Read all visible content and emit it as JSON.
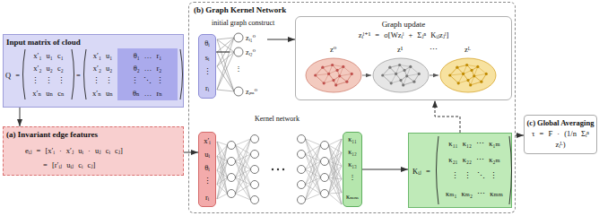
{
  "diagram": {
    "nodes": [
      {
        "text": [
          "Input matrix of cloud",
          "Q =",
          "x′₁ u₁ c₁",
          "x′₂ u₂ c₂",
          "⋮ ⋮ ⋮",
          "x′ₙ uₙ cₙ",
          "=",
          "x′₁ u₁",
          "x′₂ u₂",
          "⋮ ⋮",
          "x′ₙ uₙ",
          "θ₁ … r₁",
          "θ₂ … r₂",
          "⋮ ⋱ ⋮",
          "θₙ … rₙ"
        ]
      },
      {
        "text": [
          "(a) Invariant edge features",
          "eᵢⱼ = [x′ᵢ · x′ⱼ uᵢ · uⱼ cᵢ cⱼ]",
          "= [r′ᵢⱼ uᵢⱼ cᵢ cⱼ]"
        ]
      },
      {
        "text": [
          "(b) Graph Kernel Network"
        ]
      },
      {
        "text": [
          "θᵢ",
          "sᵢ",
          "⋮",
          "rᵢ"
        ],
        "in": 2
      },
      {
        "text": [
          "zᵢ₁⁰",
          "zᵢ₂⁰",
          "⋮",
          "zᵢₘ⁰"
        ],
        "in": 2
      },
      {
        "text": [
          "Graph update",
          "zᵢˡ⁺¹ = σ[Wzᵢˡ + Σⱼⁿ Kᵢⱼzⱼˡ]",
          "z⁰",
          "z¹",
          "⋯",
          "zᴸ"
        ],
        "in": 2
      },
      {
        "text": [
          "x′ᵢ",
          "uᵢ",
          "θᵢ",
          "⋮",
          "rᵢ"
        ],
        "in": 2
      },
      {
        "text": [
          "κ₁₁",
          "κ₁₂",
          "κ₁₃",
          "⋮",
          "κₘₘ"
        ],
        "in": 2
      },
      {
        "text": [
          "Kᵢⱼ =",
          "κ₁₁ κ₁₂ ⋯ κ₁ₘ",
          "κ₂₁ κ₂₂ ⋯ κ₂ₘ",
          "⋮ ⋮ ⋱ ⋮",
          "κₘ₁ κₘ₂ ⋯ κₘₘ"
        ],
        "in": 2
      },
      {
        "text": [
          "(c) Global Averaging",
          "τ = F · (1/n Σᵢⁿ zᵢᴸ)"
        ]
      }
    ],
    "edges": [
      {
        "from": 0,
        "to": 1,
        "arrow": "to"
      },
      {
        "from": 1,
        "to": 6,
        "arrow": "to"
      },
      {
        "from": 7,
        "to": 8,
        "arrow": "to"
      },
      {
        "from": 8,
        "to": 5,
        "arrow": "to"
      },
      {
        "from": 4,
        "to": 5,
        "arrow": "to",
        "label": "initial graph construct"
      },
      {
        "from": 2,
        "to": 9,
        "arrow": "to"
      },
      {
        "from": 3,
        "to": 4,
        "arrow": "none"
      }
    ],
    "labels": [
      "Kernel network"
    ]
  }
}
